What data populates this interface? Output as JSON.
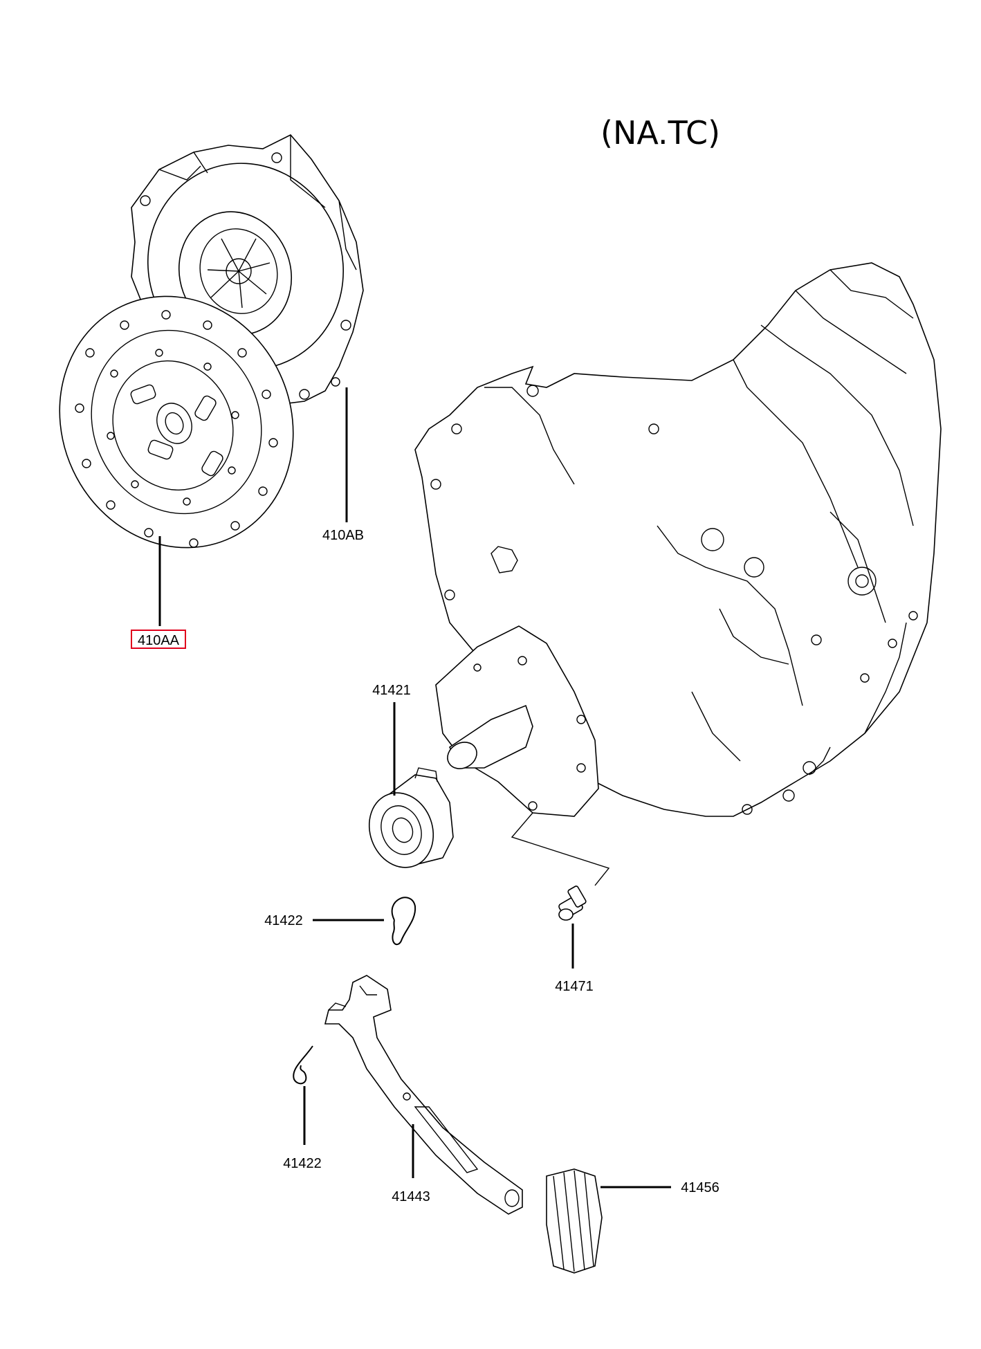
{
  "diagram": {
    "variant_label": "(NA.TC)",
    "highlight_color": "#e0001b",
    "parts": [
      {
        "id": "410AA",
        "label": "410AA",
        "name": "clutch-disc",
        "highlighted": true
      },
      {
        "id": "410AB",
        "label": "410AB",
        "name": "clutch-cover",
        "highlighted": false
      },
      {
        "id": "41421",
        "label": "41421",
        "name": "release-bearing",
        "highlighted": false
      },
      {
        "id": "41422a",
        "label": "41422",
        "name": "clip-upper",
        "highlighted": false
      },
      {
        "id": "41471",
        "label": "41471",
        "name": "pivot-bolt",
        "highlighted": false
      },
      {
        "id": "41422b",
        "label": "41422",
        "name": "clip-lower",
        "highlighted": false
      },
      {
        "id": "41443",
        "label": "41443",
        "name": "release-fork",
        "highlighted": false
      },
      {
        "id": "41456",
        "label": "41456",
        "name": "boot",
        "highlighted": false
      }
    ]
  }
}
